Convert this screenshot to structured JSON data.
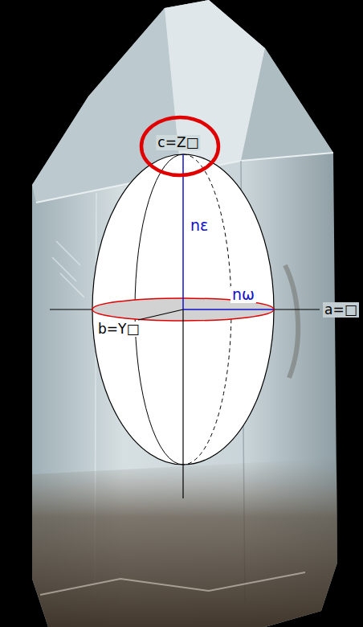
{
  "diagram": {
    "labels": [
      "c=Z□",
      "nε",
      "nω",
      "a=□",
      "b=Y□"
    ]
  }
}
